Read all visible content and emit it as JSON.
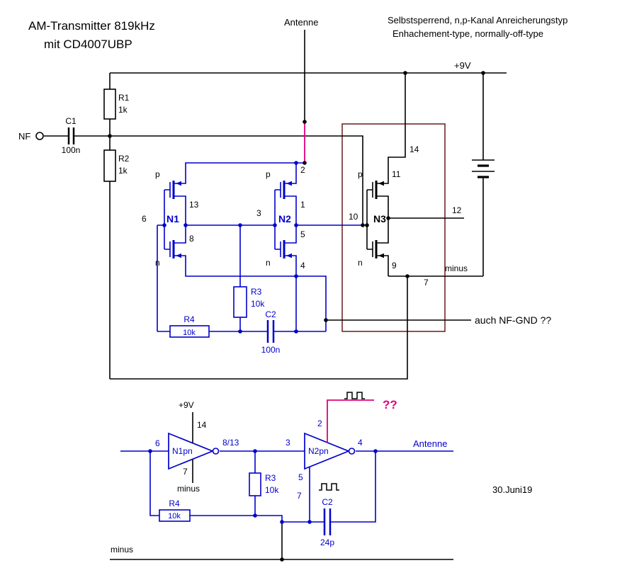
{
  "colors": {
    "wire_black": "#000000",
    "wire_blue": "#0000cc",
    "wire_magenta": "#e0007d",
    "loop_maroon": "#6b1a1a"
  },
  "header": {
    "title_line1": "AM-Transmitter 819kHz",
    "title_line2": "mit CD4007UBP",
    "antenna": "Antenne",
    "note_line1": "Selbstsperrend, n,p-Kanal Anreicherungstyp",
    "note_line2": "Enhachement-type, normally-off-type",
    "date": "30.Juni19"
  },
  "top": {
    "supply": "+9V",
    "nf": "NF",
    "minus": "minus",
    "nf_gnd_question": "auch NF-GND ??",
    "r1": {
      "name": "R1",
      "value": "1k"
    },
    "r2": {
      "name": "R2",
      "value": "1k"
    },
    "c1": {
      "name": "C1",
      "value": "100n"
    },
    "r3": {
      "name": "R3",
      "value": "10k"
    },
    "r4": {
      "name": "R4",
      "value": "10k"
    },
    "c2": {
      "name": "C2",
      "value": "100n"
    },
    "n1": {
      "name": "N1",
      "p": "p",
      "n": "n",
      "pin_gate": "6",
      "pin_pdrain": "13",
      "pin_ndrain": "8"
    },
    "n2": {
      "name": "N2",
      "p": "p",
      "n": "n",
      "pin_gate": "3",
      "pin_psource": "2",
      "pin_pdrain": "1",
      "pin_ndrain": "5",
      "pin_nsource": "4"
    },
    "n3": {
      "name": "N3",
      "p": "p",
      "n": "n",
      "pin_gate": "10",
      "pin_psource": "11",
      "pin_vdd": "14",
      "pin_pdrain": "12",
      "pin_nsource": "9",
      "pin_vss": "7"
    }
  },
  "bottom": {
    "supply": "+9V",
    "minus_top": "minus",
    "minus_rail": "minus",
    "antenna": "Antenne",
    "question": "??",
    "inv1": {
      "name": "N1pn",
      "pin_in": "6",
      "pin_out": "8/13",
      "pin_vdd": "14",
      "pin_vss": "7"
    },
    "inv2": {
      "name": "N2pn",
      "pin_in": "3",
      "pin_top": "2",
      "pin_out": "4",
      "pin_5": "5",
      "pin_7": "7"
    },
    "r3": {
      "name": "R3",
      "value": "10k"
    },
    "r4": {
      "name": "R4",
      "value": "10k"
    },
    "c2": {
      "name": "C2",
      "value": "24p"
    }
  }
}
